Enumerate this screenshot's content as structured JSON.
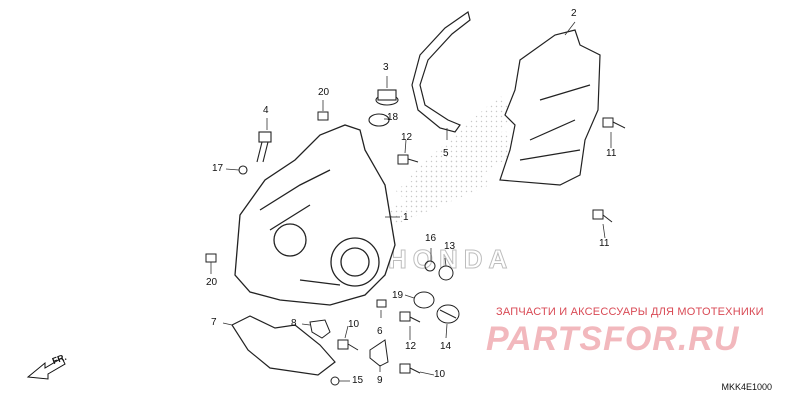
{
  "diagram": {
    "code": "MKK4E1000",
    "front_label": "FR.",
    "callouts": [
      {
        "id": "c1",
        "label": "1"
      },
      {
        "id": "c2",
        "label": "2"
      },
      {
        "id": "c3",
        "label": "3"
      },
      {
        "id": "c4",
        "label": "4"
      },
      {
        "id": "c5",
        "label": "5"
      },
      {
        "id": "c6",
        "label": "6"
      },
      {
        "id": "c7",
        "label": "7"
      },
      {
        "id": "c8",
        "label": "8"
      },
      {
        "id": "c9",
        "label": "9"
      },
      {
        "id": "c10a",
        "label": "10"
      },
      {
        "id": "c10b",
        "label": "10"
      },
      {
        "id": "c11a",
        "label": "11"
      },
      {
        "id": "c11b",
        "label": "11"
      },
      {
        "id": "c12a",
        "label": "12"
      },
      {
        "id": "c12b",
        "label": "12"
      },
      {
        "id": "c13",
        "label": "13"
      },
      {
        "id": "c14",
        "label": "14"
      },
      {
        "id": "c15",
        "label": "15"
      },
      {
        "id": "c16",
        "label": "16"
      },
      {
        "id": "c17",
        "label": "17"
      },
      {
        "id": "c18",
        "label": "18"
      },
      {
        "id": "c19",
        "label": "19"
      },
      {
        "id": "c20a",
        "label": "20"
      },
      {
        "id": "c20b",
        "label": "20"
      }
    ]
  },
  "watermark": {
    "caption": "ЗАПЧАСТИ И АКСЕССУАРЫ ДЛЯ МОТОТЕХНИКИ",
    "logo": "PARTSFOR.RU",
    "brand_text": "HONDA",
    "colors": {
      "caption": "#d94a55",
      "logo": "#f2b8bd"
    }
  }
}
